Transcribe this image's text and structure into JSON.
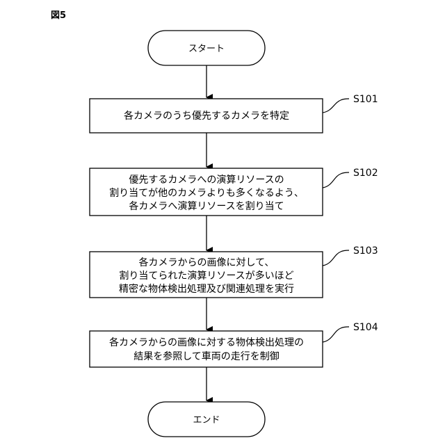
{
  "figure_label": "図5",
  "start": {
    "label": "スタート"
  },
  "end": {
    "label": "エンド"
  },
  "steps": [
    {
      "id": "S101",
      "lines": [
        "各カメラのうち優先するカメラを特定"
      ]
    },
    {
      "id": "S102",
      "lines": [
        "優先するカメラへの演算リソースの",
        "割り当てが他のカメラよりも多くなるよう、",
        "各カメラへ演算リソースを割り当て"
      ]
    },
    {
      "id": "S103",
      "lines": [
        "各カメラからの画像に対して、",
        "割り当てられた演算リソースが多いほど",
        "精密な物体検出処理及び関連処理を実行"
      ]
    },
    {
      "id": "S104",
      "lines": [
        "各カメラからの画像に対する物体検出処理の",
        "結果を参照して車両の走行を制御"
      ]
    }
  ]
}
